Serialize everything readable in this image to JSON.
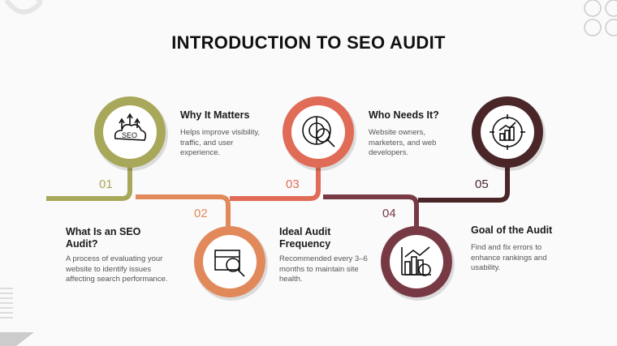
{
  "title": "INTRODUCTION TO SEO AUDIT",
  "steps": [
    {
      "num": "01",
      "title": "What Is an SEO Audit?",
      "desc": "A process of evaluating your website to identify issues affecting search performance.",
      "color": "#a8a85a",
      "icon": "seo-cloud-icon"
    },
    {
      "num": "02",
      "title": "Why It Matters",
      "desc": "Helps improve visibility, traffic, and user experience.",
      "color": "#e2895c",
      "icon": "box-search-icon"
    },
    {
      "num": "03",
      "title": "Ideal Audit Frequency",
      "desc": "Recommended every 3–6 months to maintain site health.",
      "color": "#e06b57",
      "icon": "radar-search-icon"
    },
    {
      "num": "04",
      "title": "Who Needs It?",
      "desc": "Website owners, marketers, and web developers.",
      "color": "#773a45",
      "icon": "chart-search-icon"
    },
    {
      "num": "05",
      "title": "Goal of the Audit",
      "desc": "Find and fix errors to enhance rankings and usability.",
      "color": "#4a2629",
      "icon": "target-chart-icon"
    }
  ]
}
